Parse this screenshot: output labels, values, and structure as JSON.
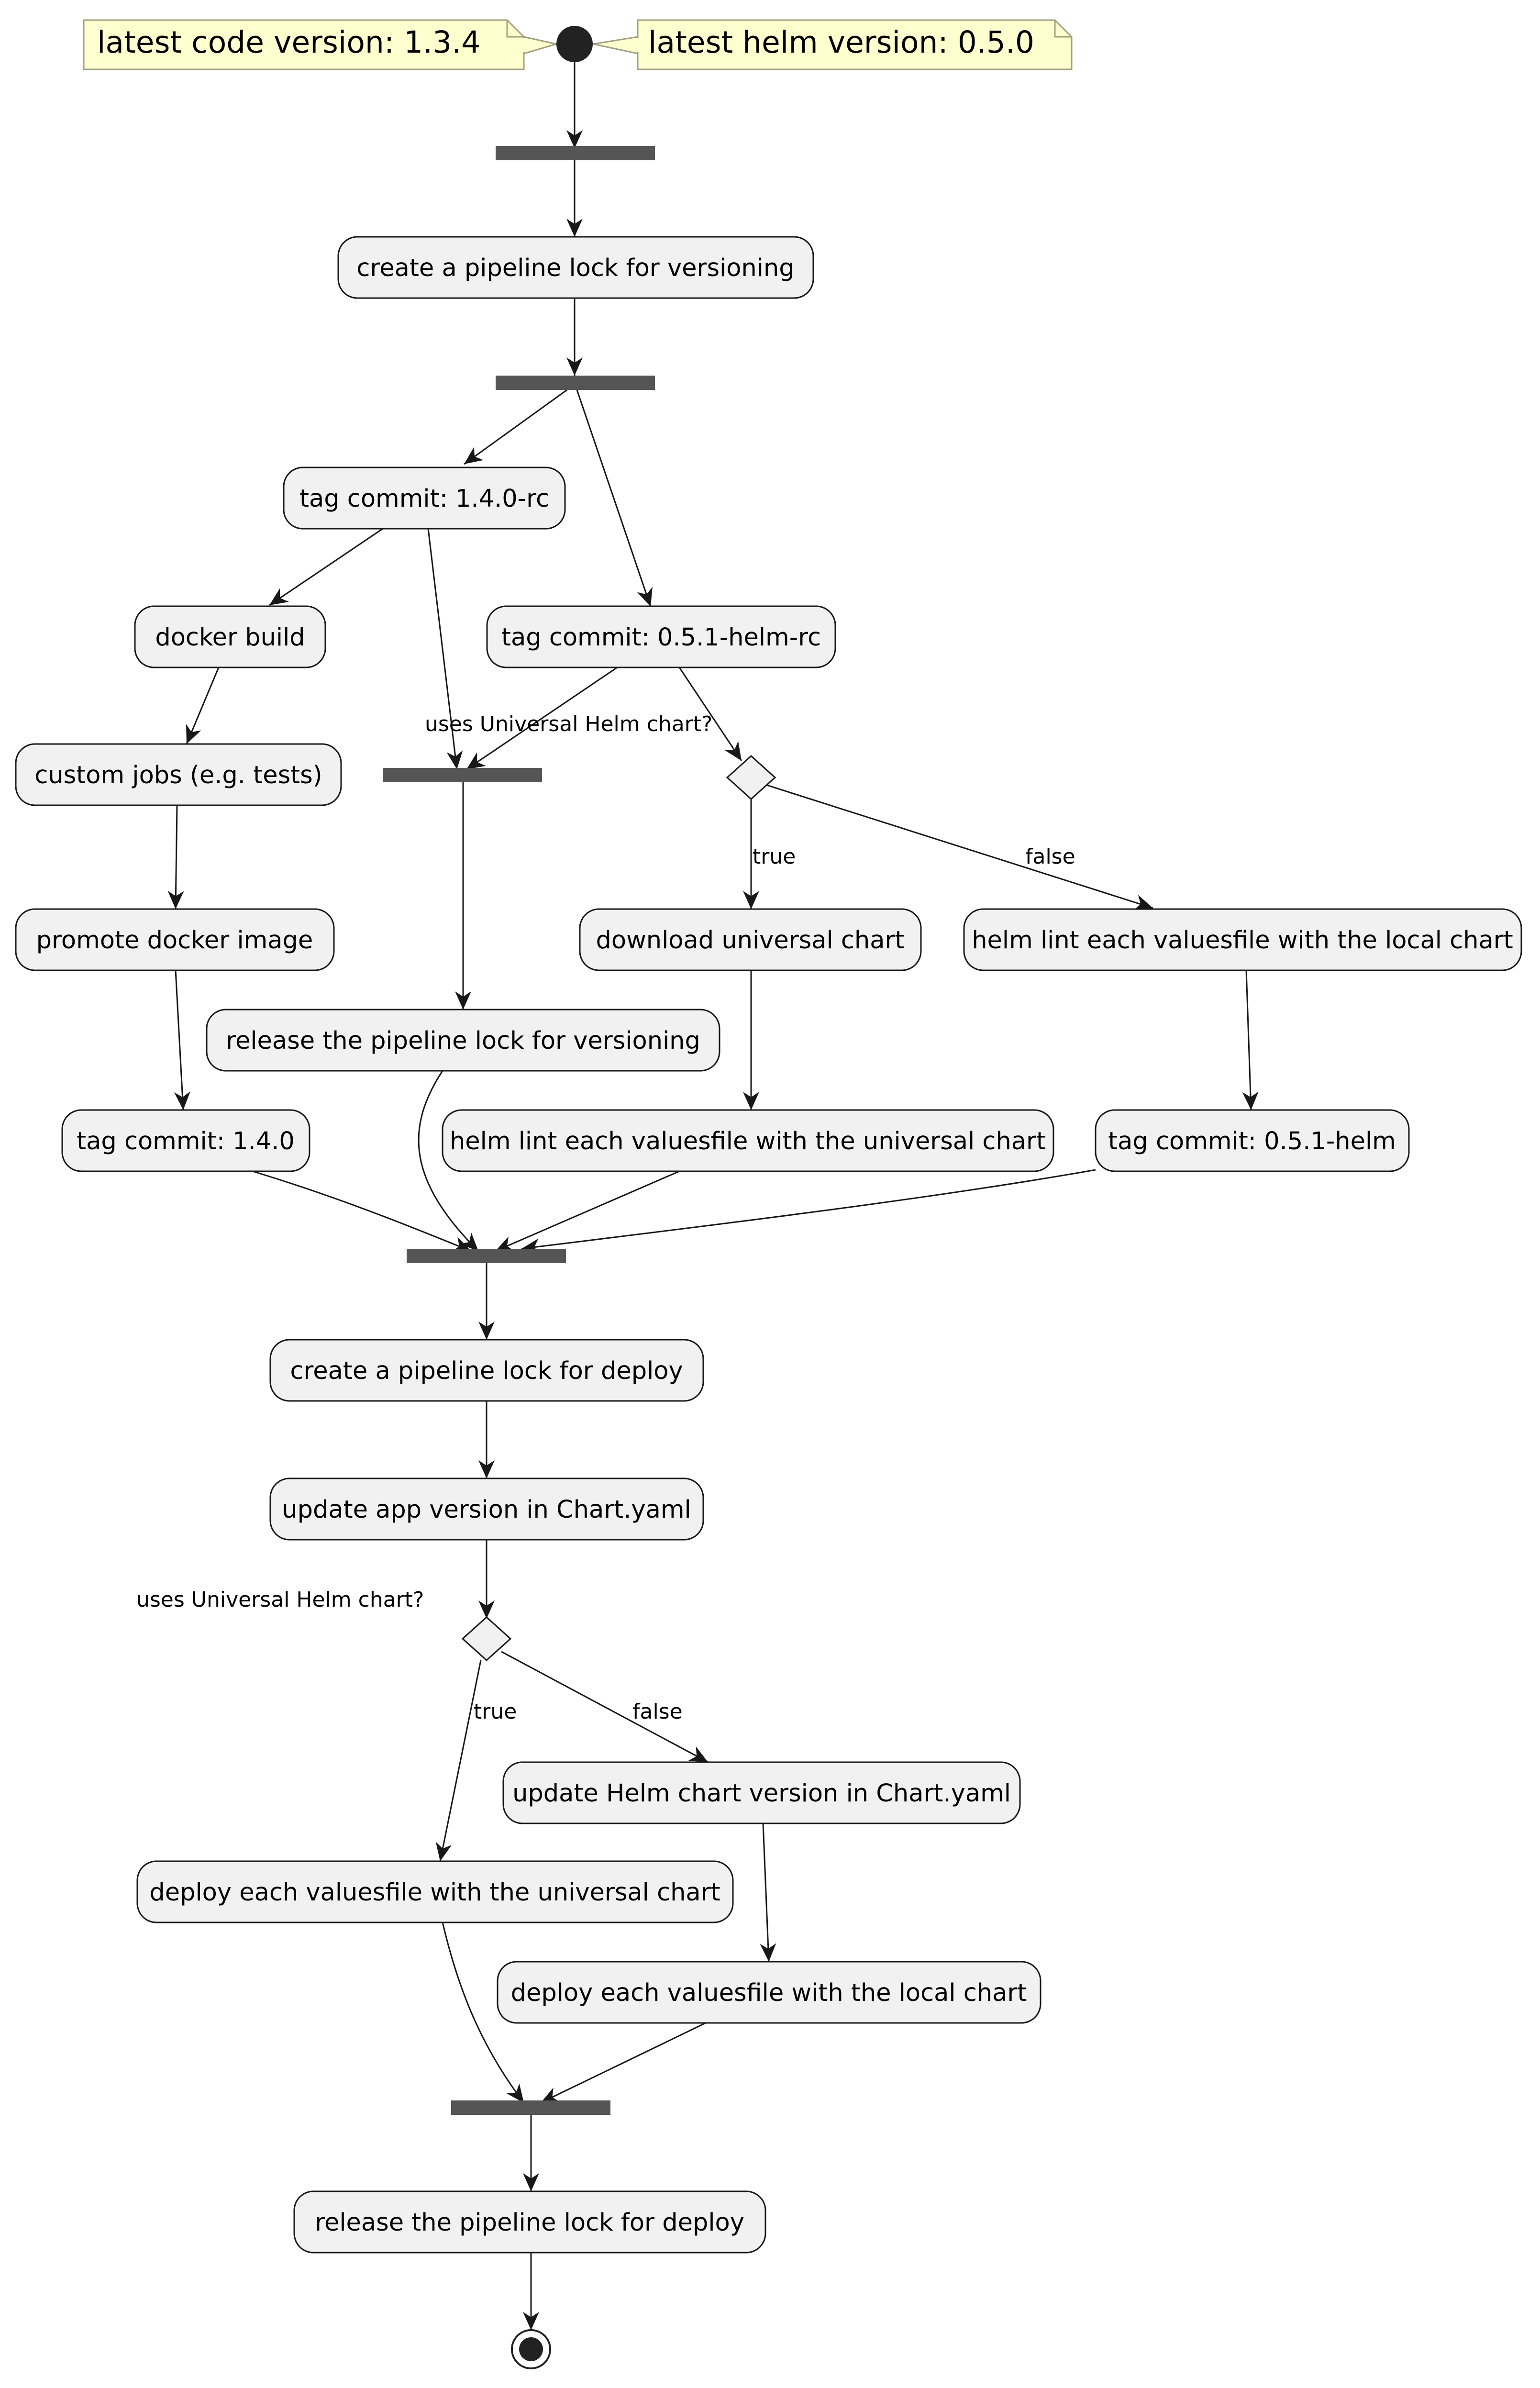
{
  "notes": {
    "code_version": "latest code version: 1.3.4",
    "helm_version": "latest helm version: 0.5.0"
  },
  "activities": {
    "create_lock_versioning": "create a pipeline lock for versioning",
    "tag_rc": "tag commit: 1.4.0-rc",
    "tag_helm_rc": "tag commit: 0.5.1-helm-rc",
    "docker_build": "docker build",
    "custom_jobs": "custom jobs (e.g. tests)",
    "promote_image": "promote docker image",
    "tag_release": "tag commit: 1.4.0",
    "release_lock_versioning": "release the pipeline lock for versioning",
    "download_universal": "download universal chart",
    "lint_universal": "helm lint each valuesfile with the universal chart",
    "lint_local": "helm lint each valuesfile with the local chart",
    "tag_helm": "tag commit: 0.5.1-helm",
    "create_lock_deploy": "create a pipeline lock for deploy",
    "update_app_version": "update app version in Chart.yaml",
    "update_helm_version": "update Helm chart version in Chart.yaml",
    "deploy_universal": "deploy each valuesfile with the universal chart",
    "deploy_local": "deploy each valuesfile with the local chart",
    "release_lock_deploy": "release the pipeline lock for deploy"
  },
  "decisions": {
    "first_question": "uses Universal Helm chart?",
    "second_question": "uses Universal Helm chart?",
    "true_label": "true",
    "false_label": "false"
  },
  "colors": {
    "activity_fill": "#f1f1f1",
    "activity_border": "#181818",
    "note_fill": "#fefece",
    "note_border": "#a0a080",
    "bar": "#555555",
    "arrow": "#181818"
  }
}
